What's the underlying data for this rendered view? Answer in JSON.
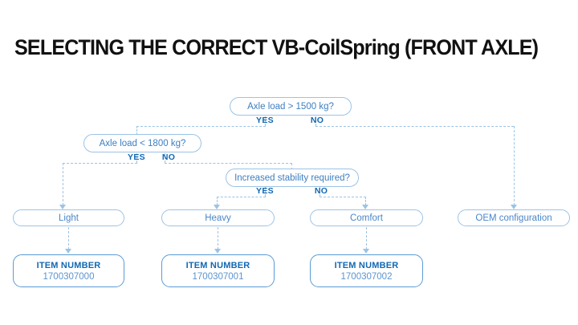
{
  "page": {
    "title": "SELECTING THE CORRECT VB-CoilSpring (FRONT AXLE)",
    "background_color": "#ffffff",
    "title_color": "#111111",
    "accent_color": "#1268b3",
    "line_color": "#9cc3e5",
    "node_text_color": "#4a86c8"
  },
  "flow": {
    "decisions": [
      {
        "id": "axle-load-1500",
        "question": "Axle load > 1500 kg?",
        "yes_label": "YES",
        "no_label": "NO"
      },
      {
        "id": "axle-load-1800",
        "question": "Axle load < 1800 kg?",
        "yes_label": "YES",
        "no_label": "NO"
      },
      {
        "id": "increased-stability",
        "question": "Increased stability required?",
        "yes_label": "YES",
        "no_label": "NO"
      }
    ],
    "results": [
      {
        "id": "light",
        "label": "Light"
      },
      {
        "id": "heavy",
        "label": "Heavy"
      },
      {
        "id": "comfort",
        "label": "Comfort"
      },
      {
        "id": "oem",
        "label": "OEM configuration"
      }
    ],
    "items": [
      {
        "id": "item-light",
        "title": "ITEM NUMBER",
        "value": "1700307000"
      },
      {
        "id": "item-heavy",
        "title": "ITEM NUMBER",
        "value": "1700307001"
      },
      {
        "id": "item-comfort",
        "title": "ITEM NUMBER",
        "value": "1700307002"
      }
    ]
  }
}
